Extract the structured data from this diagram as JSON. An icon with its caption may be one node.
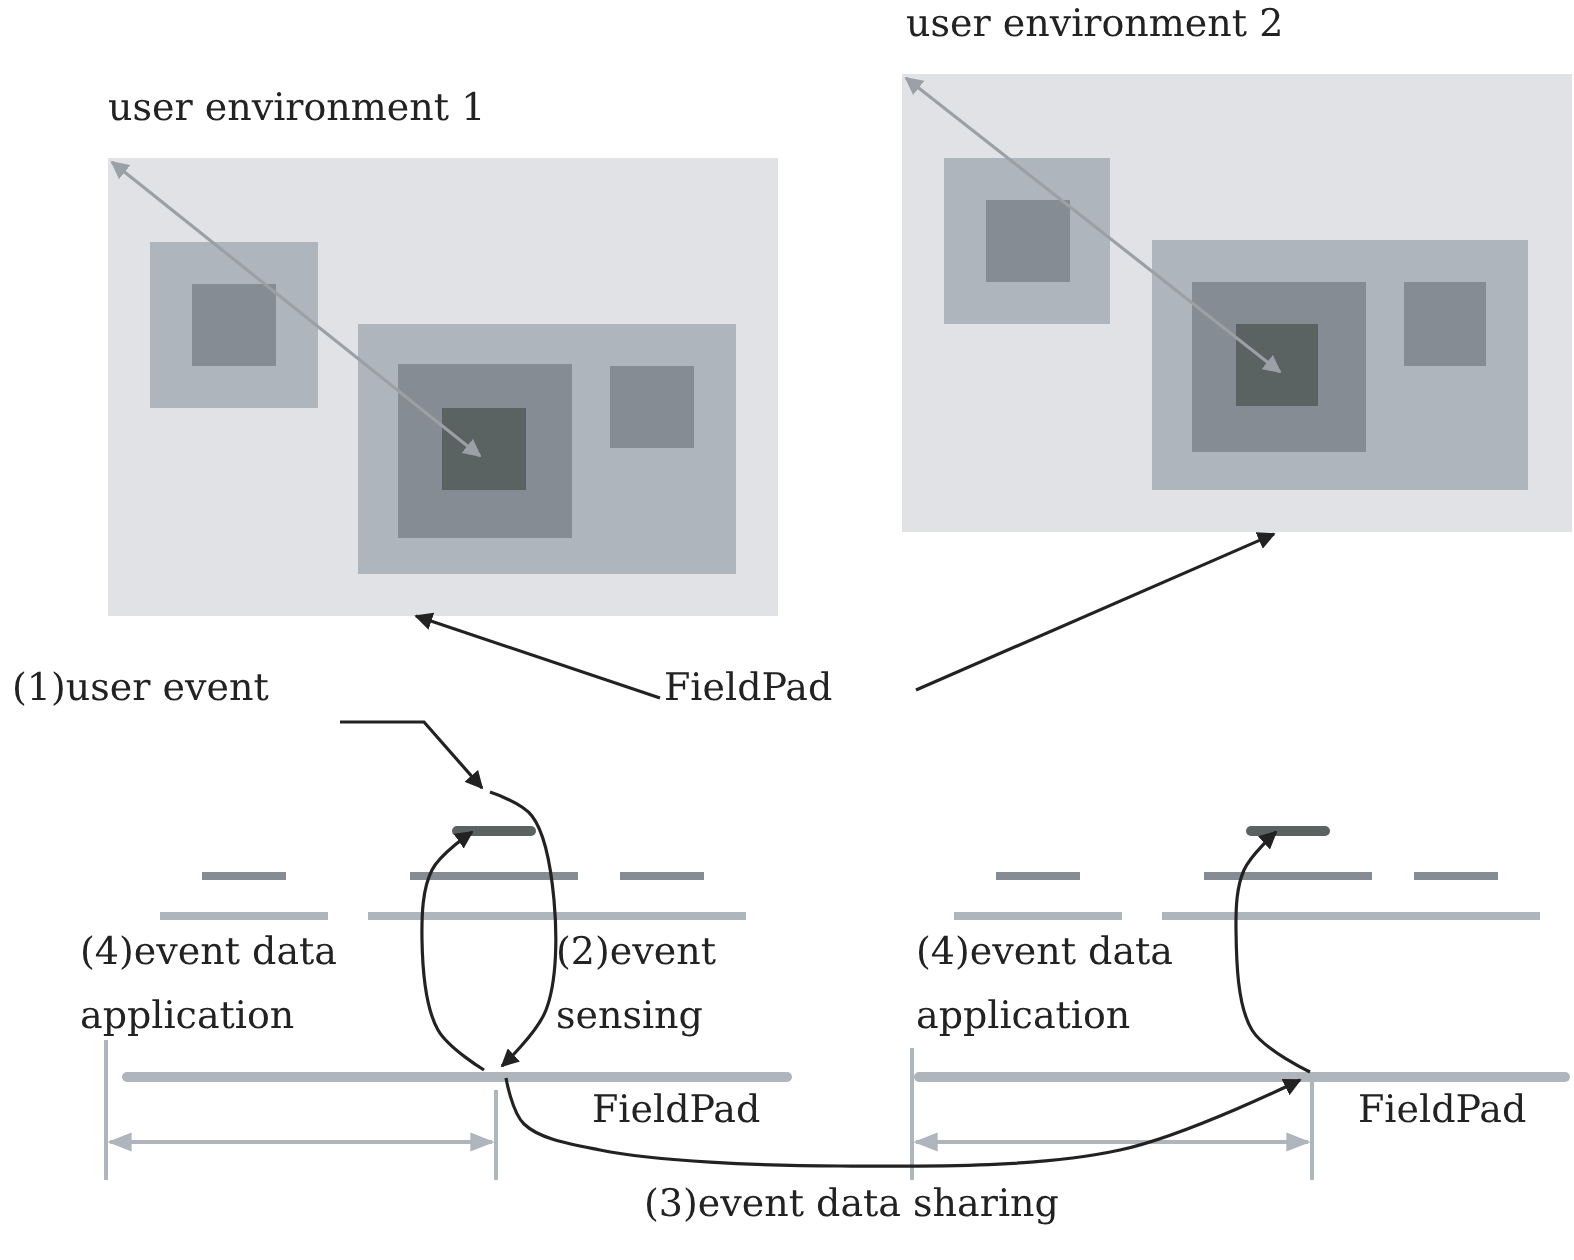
{
  "diagram": {
    "nodes": [
      {
        "text": [
          "user environment 1"
        ]
      },
      {
        "text": [],
        "shape": "box",
        "in": 0
      },
      {
        "text": [],
        "shape": "box",
        "in": 1
      },
      {
        "text": [],
        "shape": "box",
        "in": 0
      },
      {
        "text": [],
        "shape": "box",
        "in": 3
      },
      {
        "text": [],
        "shape": "box",
        "in": 4
      },
      {
        "text": [],
        "shape": "box",
        "in": 3
      },
      {
        "text": [
          "user environment 2"
        ]
      },
      {
        "text": [],
        "shape": "box",
        "in": 7
      },
      {
        "text": [],
        "shape": "box",
        "in": 8
      },
      {
        "text": [],
        "shape": "box",
        "in": 7
      },
      {
        "text": [],
        "shape": "box",
        "in": 10
      },
      {
        "text": [],
        "shape": "box",
        "in": 11
      },
      {
        "text": [],
        "shape": "box",
        "in": 10
      },
      {
        "text": [
          "FieldPad"
        ]
      },
      {
        "text": [
          "(1)user event"
        ]
      },
      {
        "text": [],
        "shape": "bar"
      },
      {
        "text": [],
        "shape": "bar",
        "beside": [
          "FieldPad"
        ]
      },
      {
        "text": [],
        "shape": "bar"
      },
      {
        "text": [],
        "shape": "bar",
        "beside": [
          "FieldPad"
        ]
      }
    ],
    "edges": [
      {
        "from": 0,
        "to": 5,
        "arrow": "both",
        "color": "#9aa0a6"
      },
      {
        "from": 7,
        "to": 12,
        "arrow": "both",
        "color": "#9aa0a6"
      },
      {
        "from": 14,
        "to": 0,
        "arrow": "to"
      },
      {
        "from": 14,
        "to": 7,
        "arrow": "to"
      },
      {
        "from": 15,
        "to": 16,
        "arrow": "to"
      },
      {
        "from": 16,
        "to": 17,
        "arrow": "to",
        "label": "(2)event sensing"
      },
      {
        "from": 17,
        "to": 16,
        "arrow": "to",
        "label": "(4)event data application"
      },
      {
        "from": 17,
        "to": 19,
        "arrow": "to",
        "label": "(3)event data sharing"
      },
      {
        "from": 19,
        "to": 18,
        "arrow": "to",
        "label": "(4)event data application"
      }
    ]
  }
}
